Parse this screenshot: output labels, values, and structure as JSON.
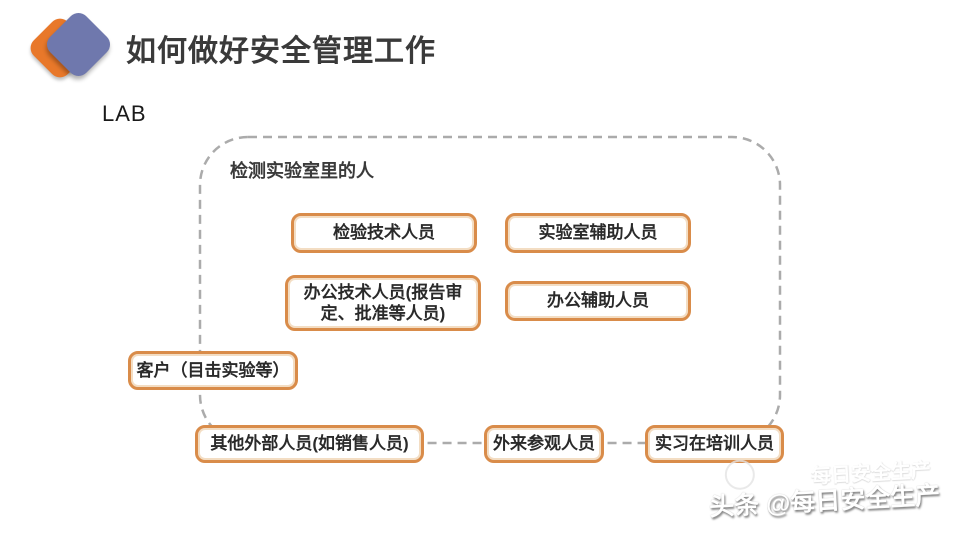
{
  "slide": {
    "title": "如何做好安全管理工作",
    "lab_label": "LAB",
    "group_label": "检测实验室里的人",
    "boxes": {
      "inspection_tech": "检验技术人员",
      "lab_assist": "实验室辅助人员",
      "office_tech": "办公技术人员(报告审定、批准等人员)",
      "office_assist": "办公辅助人员",
      "customer": "客户（目击实验等）",
      "other_external": "其他外部人员(如销售人员)",
      "visitors": "外来参观人员",
      "trainees": "实习在培训人员"
    },
    "watermark": {
      "ghost": "每日安全生产",
      "main": "头条 @每日安全生产"
    },
    "colors": {
      "accent_orange": "#E8782A",
      "accent_purple": "#6F78AD",
      "box_border": "#D98C4A",
      "dashed_border": "#ABABAB",
      "title_text": "#3A3A3A"
    }
  }
}
